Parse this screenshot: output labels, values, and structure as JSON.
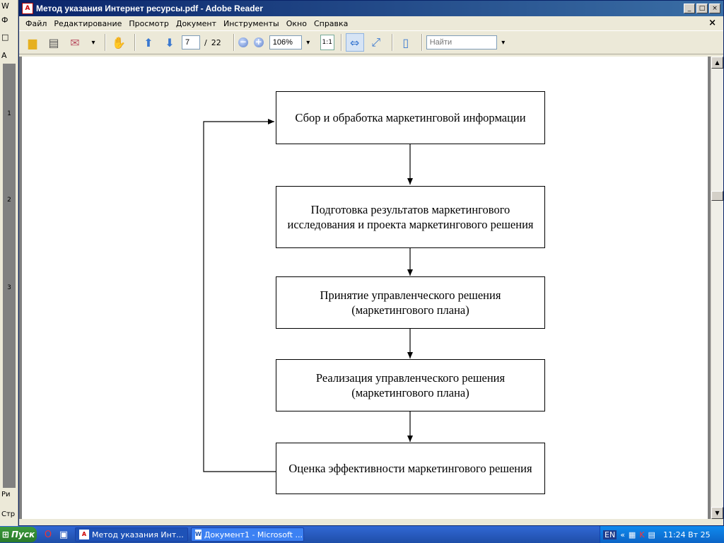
{
  "window": {
    "title": "Метод указания Интернет ресурсы.pdf - Adobe Reader",
    "pdf_icon": "pdf-icon",
    "controls": {
      "minimize": "_",
      "maximize": "□",
      "close": "×"
    }
  },
  "menu": {
    "items": [
      "Файл",
      "Редактирование",
      "Просмотр",
      "Документ",
      "Инструменты",
      "Окно",
      "Справка"
    ],
    "close_doc": "×"
  },
  "toolbar": {
    "page_current": "7",
    "page_separator": "/",
    "page_total": "22",
    "zoom": "106%",
    "search_placeholder": "Найти",
    "icons": [
      "open-icon",
      "print-icon",
      "email-icon",
      "hand-icon",
      "prev-page-icon",
      "next-page-icon",
      "zoom-out-icon",
      "zoom-in-icon",
      "actual-size-icon",
      "fit-width-icon",
      "fit-page-icon",
      "single-page-icon"
    ]
  },
  "background_window": {
    "ruler_numbers": [
      "1",
      "2",
      "3"
    ],
    "bottom_labels": [
      "Ри",
      "Стр"
    ]
  },
  "flowchart": {
    "boxes": [
      "Сбор и обработка маркетинговой информации",
      "Подготовка результатов маркетингового исследования и проекта маркетингового решения",
      "Принятие управленческого решения (маркетингового плана)",
      "Реализация управленческого решения (маркетингового плана)",
      "Оценка эффективности маркетингового решения"
    ]
  },
  "taskbar": {
    "start_label": "Пуск",
    "tasks": [
      {
        "label": "Метод указания Инт...",
        "icon": "pdf-icon",
        "active": true
      },
      {
        "label": "Документ1 - Microsoft ...",
        "icon": "word-icon",
        "active": false
      }
    ],
    "tray": {
      "lang": "EN",
      "clock": "11:24 Вт 25"
    }
  },
  "colors": {
    "titlebar_start": "#0a246a",
    "titlebar_end": "#3a6ea5",
    "taskbar": "#3168d5",
    "start_button": "#3c9a3c"
  }
}
